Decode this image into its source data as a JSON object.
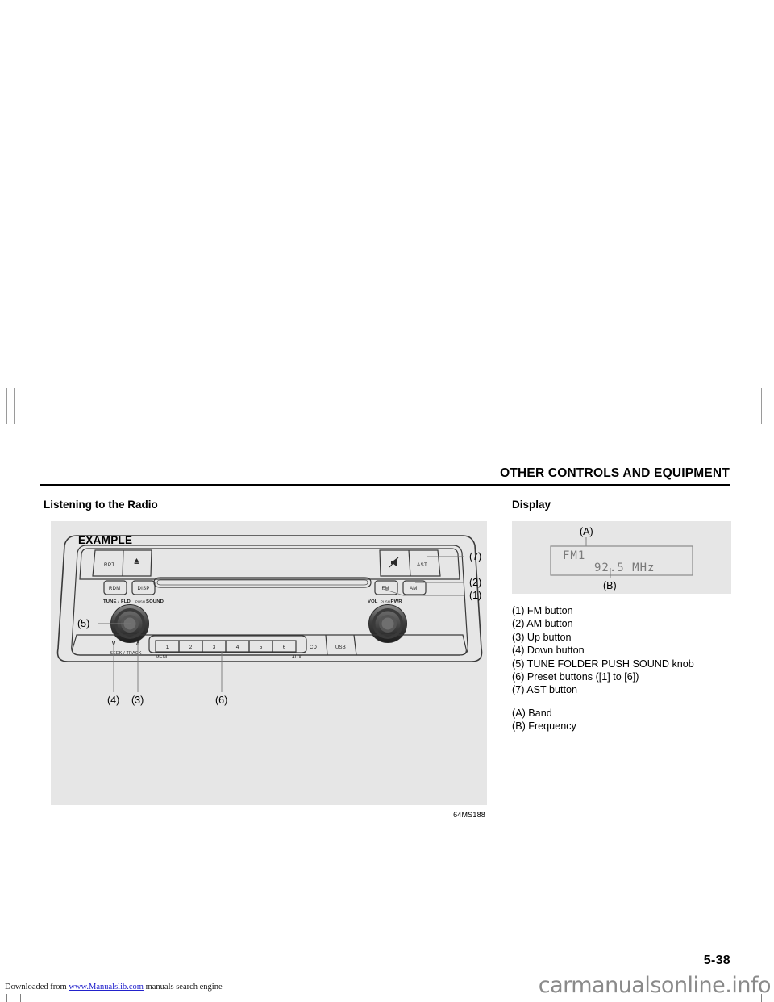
{
  "header": {
    "running_title": "OTHER CONTROLS AND EQUIPMENT"
  },
  "left": {
    "section_title": "Listening to the Radio",
    "example_label": "EXAMPLE",
    "figure_ref": "64MS188",
    "radio": {
      "top_row_left": [
        "RPT",
        "▲"
      ],
      "top_row_right": [
        "AST"
      ],
      "second_row_left": [
        "RDM",
        "DISP"
      ],
      "second_row_right": [
        "FM",
        "AM"
      ],
      "tune_knob_label_1": "TUNE / FLD",
      "tune_knob_label_push": "PUSH",
      "tune_knob_label_2": "SOUND",
      "vol_knob_label_1": "VOL",
      "vol_knob_label_push": "PUSH",
      "vol_knob_label_2": "PWR",
      "down_arrow": "∨",
      "up_arrow": "∧",
      "seek_track": "SEEK / TRACK",
      "menu": "MENU",
      "aux": "AUX",
      "cd": "CD",
      "usb": "USB",
      "presets": [
        "1",
        "2",
        "3",
        "4",
        "5",
        "6"
      ],
      "callouts": {
        "c1": "(1)",
        "c2": "(2)",
        "c3": "(3)",
        "c4": "(4)",
        "c5": "(5)",
        "c6": "(6)",
        "c7": "(7)"
      }
    }
  },
  "right": {
    "section_title": "Display",
    "display": {
      "callout_a": "(A)",
      "callout_b": "(B)",
      "band": "FM1",
      "frequency": "92.5 MHz"
    },
    "legend_parts": [
      "(1) FM button",
      "(2) AM button",
      "(3) Up button",
      "(4) Down button",
      "(5) TUNE FOLDER PUSH SOUND knob",
      "(6) Preset buttons ([1] to [6])",
      "(7) AST button"
    ],
    "legend_display": [
      "(A) Band",
      "(B) Frequency"
    ]
  },
  "footer": {
    "page_number": "5-38",
    "download_prefix": "Downloaded from ",
    "download_link": "www.Manualslib.com",
    "download_suffix": " manuals search engine",
    "watermark": "carmanualsonline.info"
  },
  "colors": {
    "figure_bg": "#e6e6e6",
    "line": "#3a3a3a",
    "lcd_text": "#7a7a7a"
  }
}
